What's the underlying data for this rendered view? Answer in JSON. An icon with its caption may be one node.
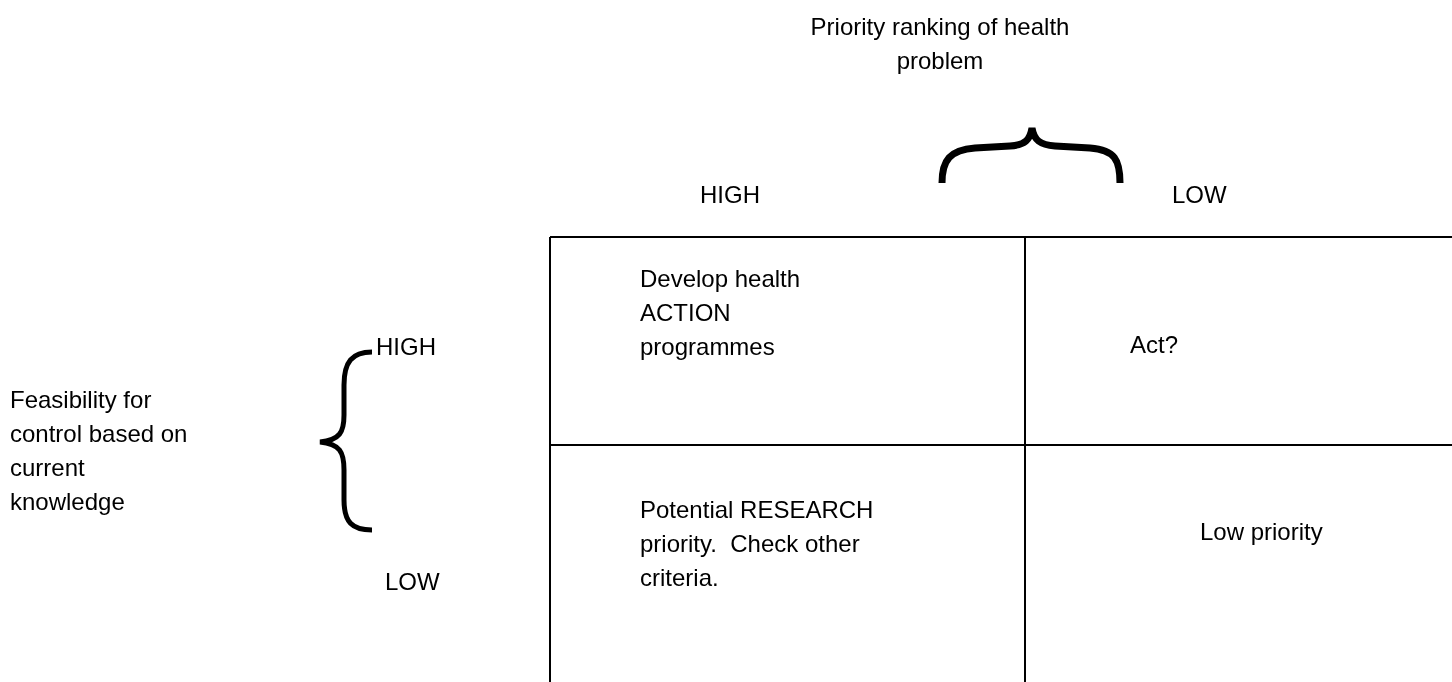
{
  "diagram": {
    "nodes": [
      {
        "text": [
          "Develop health ACTION programmes"
        ]
      },
      {
        "text": [
          "Act?"
        ]
      },
      {
        "text": [
          "Potential RESEARCH priority.  Check other criteria."
        ]
      },
      {
        "text": [
          "Low priority"
        ]
      }
    ],
    "labels": [
      "Priority ranking of health problem",
      "HIGH",
      "LOW",
      "Feasibility for control based on current knowledge",
      "HIGH",
      "LOW"
    ]
  }
}
